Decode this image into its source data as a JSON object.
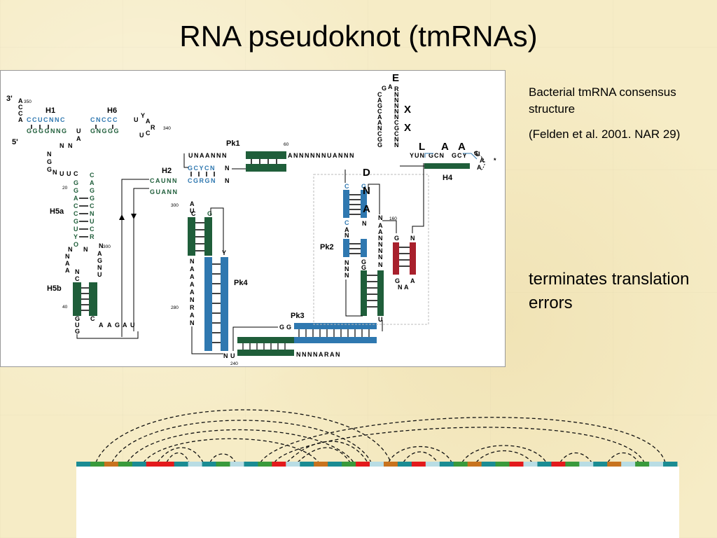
{
  "slide": {
    "title": "RNA pseudoknot (tmRNAs)",
    "caption_line1": "Bacterial tmRNA consensus structure",
    "caption_line2": "(Felden et al. 2001. NAR 29)",
    "note": "terminates translation errors"
  },
  "structure": {
    "helix_labels": [
      "H1",
      "H6",
      "H2",
      "H5a",
      "H5b",
      "Pk1",
      "Pk2",
      "Pk3",
      "Pk4",
      "H4"
    ],
    "end_labels": [
      "3'",
      "5'"
    ],
    "position_numbers": [
      "350",
      "340",
      "20",
      "300",
      "40",
      "280",
      "240",
      "160",
      "60"
    ],
    "vertical_motif_letters": [
      "D",
      "N",
      "A",
      "X",
      "X",
      "E"
    ],
    "tag_letters": [
      "L",
      "A",
      "A"
    ],
    "colors": {
      "helix_green": "#1f5e3a",
      "helix_blue": "#2f78b0",
      "helix_red": "#a8202c"
    }
  },
  "arc_diagram": {
    "segment_colors": [
      "#3a9a3c",
      "#1b8c93",
      "#c8731e",
      "#e31a1c",
      "#b9dde4"
    ]
  }
}
